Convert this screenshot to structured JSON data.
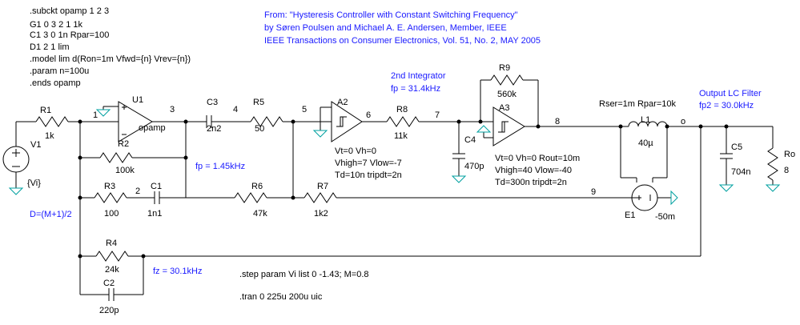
{
  "directives": {
    "subckt": [
      ".subckt opamp 1 2 3",
      "G1 0 3 2 1 1k",
      "C1 3 0 1n Rpar=100",
      "D1 2 1 lim",
      ".model lim d(Ron=1m Vfwd={n} Vrev={n})",
      ".param n=100u",
      ".ends opamp"
    ],
    "step": ".step param Vi list 0 -1.43; M=0.8",
    "tran": ".tran 0 225u 200u uic"
  },
  "source_note": {
    "lines": [
      "From: \"Hysteresis Controller with Constant Switching Frequency\"",
      "by Søren Poulsen and Michael A. E. Andersen, Member, IEEE",
      "IEEE Transactions on Consumer Electronics, Vol. 51, No. 2, MAY 2005"
    ]
  },
  "annotations": {
    "integrator2": "2nd Integrator",
    "fp_int2": "fp = 31.4kHz",
    "fp_first": "fp = 1.45kHz",
    "fz": "fz = 30.1kHz",
    "duty": "D=(M+1)/2",
    "filter": "Output LC Filter",
    "fp2": "fp2 = 30.0kHz"
  },
  "components": {
    "V1": {
      "name": "V1",
      "value": "{Vi}"
    },
    "R1": {
      "name": "R1",
      "value": "1k"
    },
    "R2": {
      "name": "R2",
      "value": "100k"
    },
    "R3": {
      "name": "R3",
      "value": "100"
    },
    "C1": {
      "name": "C1",
      "value": "1n1"
    },
    "R4": {
      "name": "R4",
      "value": "24k"
    },
    "C2": {
      "name": "C2",
      "value": "220p"
    },
    "U1": {
      "name": "U1",
      "value": "opamp"
    },
    "C3": {
      "name": "C3",
      "value": "2n2"
    },
    "R5": {
      "name": "R5",
      "value": "50"
    },
    "R6": {
      "name": "R6",
      "value": "47k"
    },
    "R7": {
      "name": "R7",
      "value": "1k2"
    },
    "A2": {
      "name": "A2",
      "params": [
        "Vt=0 Vh=0",
        "Vhigh=7 Vlow=-7",
        "Td=10n tripdt=2n"
      ]
    },
    "R8": {
      "name": "R8",
      "value": "11k"
    },
    "C4": {
      "name": "C4",
      "value": "470p"
    },
    "R9": {
      "name": "R9",
      "value": "560k"
    },
    "A3": {
      "name": "A3",
      "params": [
        "Vt=0 Vh=0 Rout=10m",
        "Vhigh=40 Vlow=-40",
        "Td=300n tripdt=2n"
      ]
    },
    "L1": {
      "name": "L1",
      "value": "40µ",
      "param": "Rser=1m Rpar=10k"
    },
    "C5": {
      "name": "C5",
      "value": "704n"
    },
    "Ro": {
      "name": "Ro",
      "value": "8"
    },
    "E1": {
      "name": "E1",
      "value": "-50m"
    }
  },
  "nets": [
    "1",
    "2",
    "3",
    "4",
    "5",
    "6",
    "7",
    "8",
    "9",
    "o"
  ]
}
